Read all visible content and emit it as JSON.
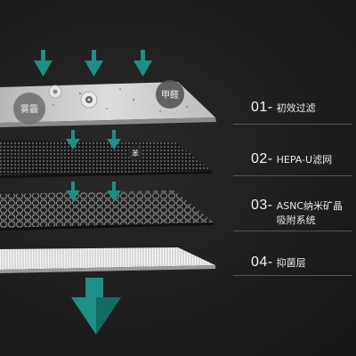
{
  "layers": [
    {
      "num": "01-",
      "text": "初效过滤",
      "text2": ""
    },
    {
      "num": "02-",
      "text": "HEPA-U滤网",
      "text2": ""
    },
    {
      "num": "03-",
      "text": "ASNC纳米矿晶",
      "text2": "吸附系统"
    },
    {
      "num": "04-",
      "text": "抑菌层",
      "text2": ""
    }
  ],
  "pollutants": {
    "smog": "雾霾",
    "formaldehyde": "甲醛",
    "benzene": "苯"
  },
  "colors": {
    "arrow": "#1d8f84",
    "arrow_dark": "#136b62",
    "label": "#e8e8e8",
    "divider": "#555555"
  },
  "icons": {
    "flow_arrow": "teal-down-arrow-icon",
    "output_arrow": "large-down-arrow-icon"
  }
}
